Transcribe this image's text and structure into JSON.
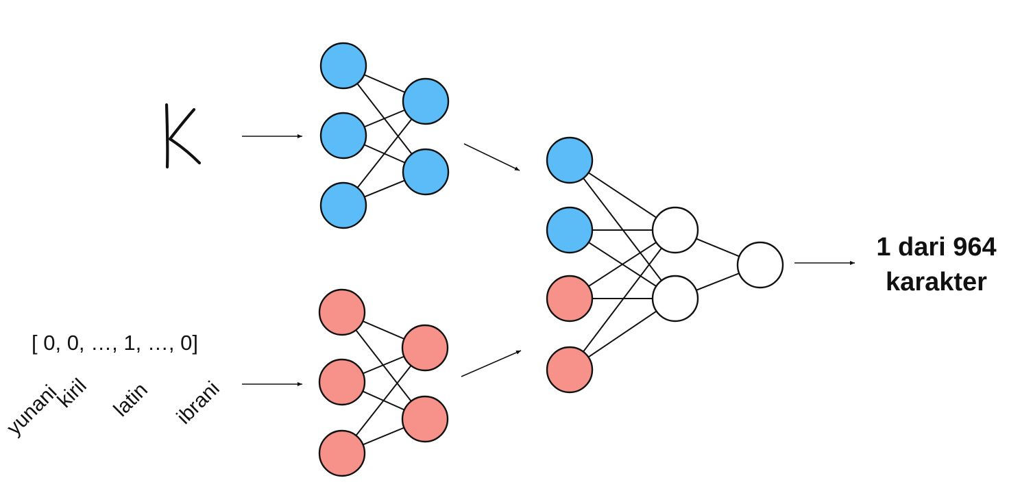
{
  "input_character": "K",
  "one_hot_vector": "[ 0, 0, …, 1, …, 0]",
  "script_labels": [
    "yunani",
    "kiril",
    "latin",
    "ibrani"
  ],
  "output": {
    "line1": "1 dari 964",
    "line2": "karakter"
  },
  "colors": {
    "image_branch_nodes": "#5bbcf8",
    "alphabet_branch_nodes": "#f7928a",
    "output_nodes": "#ffffff",
    "stroke": "#111111"
  }
}
